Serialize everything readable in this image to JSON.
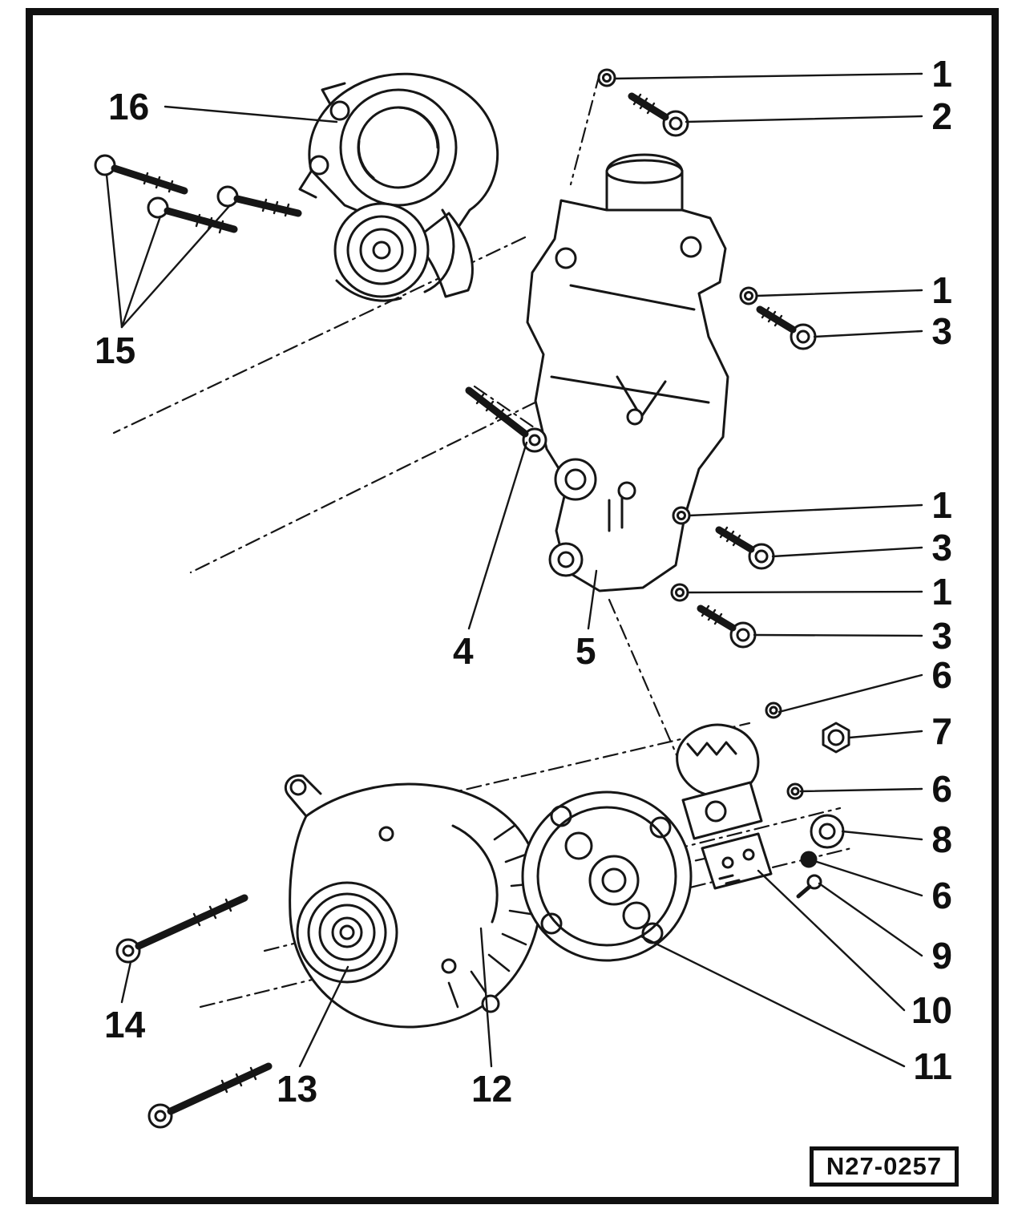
{
  "page": {
    "ink": "#101010",
    "paper": "#ffffff"
  },
  "figure": {
    "code": "N27-0257"
  },
  "callouts": [
    {
      "label": "1"
    },
    {
      "label": "2"
    },
    {
      "label": "1"
    },
    {
      "label": "3"
    },
    {
      "label": "1"
    },
    {
      "label": "3"
    },
    {
      "label": "1"
    },
    {
      "label": "3"
    },
    {
      "label": "6"
    },
    {
      "label": "7"
    },
    {
      "label": "6"
    },
    {
      "label": "8"
    },
    {
      "label": "6"
    },
    {
      "label": "9"
    },
    {
      "label": "10"
    },
    {
      "label": "11"
    },
    {
      "label": "16"
    },
    {
      "label": "15"
    },
    {
      "label": "4"
    },
    {
      "label": "5"
    },
    {
      "label": "14"
    },
    {
      "label": "13"
    },
    {
      "label": "12"
    }
  ]
}
